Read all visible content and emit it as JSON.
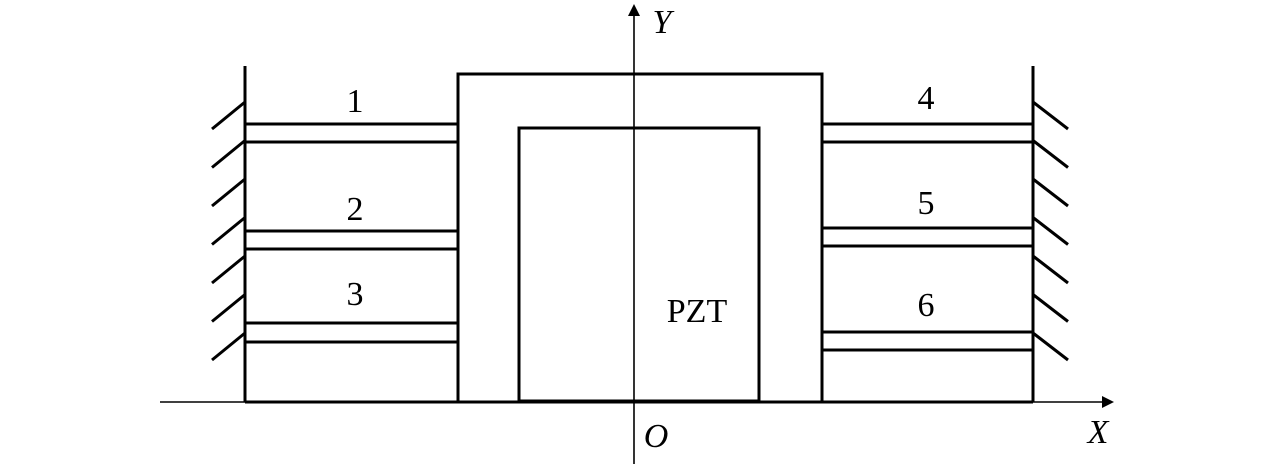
{
  "labels": {
    "beam_1": "1",
    "beam_2": "2",
    "beam_3": "3",
    "beam_4": "4",
    "beam_5": "5",
    "beam_6": "6",
    "pzt": "PZT",
    "origin": "O",
    "x_axis": "X",
    "y_axis": "Y"
  },
  "colors": {
    "line": "#000000",
    "background": "#ffffff"
  }
}
